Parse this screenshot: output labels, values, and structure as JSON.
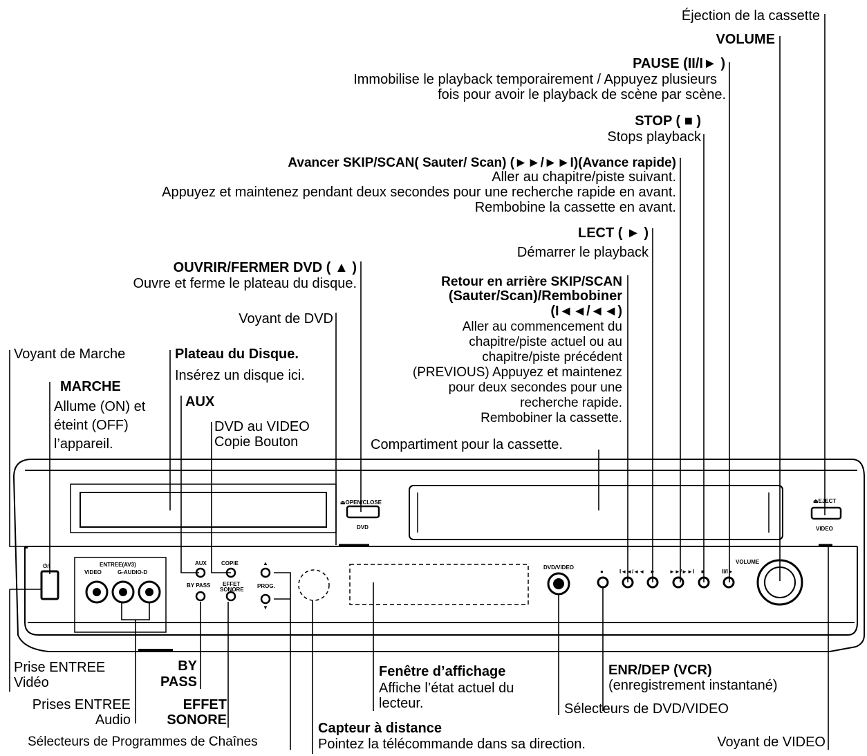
{
  "callouts": {
    "ejection": "Éjection de la cassette",
    "volume": "VOLUME",
    "pause_title": "PAUSE (II/I► )",
    "pause_desc1": "Immobilise le playback temporairement / Appuyez plusieurs",
    "pause_desc2": "fois pour avoir le playback de scène par scène.",
    "stop_title": "STOP ( ■ )",
    "stop_desc": "Stops playback",
    "fwd_title": "Avancer SKIP/SCAN( Sauter/ Scan) (►►/►►I)(Avance rapide)",
    "fwd_desc1": "Aller au chapitre/piste suivant.",
    "fwd_desc2": "Appuyez et maintenez pendant deux secondes pour une recherche rapide en avant.",
    "fwd_desc3": "Rembobine la cassette en avant.",
    "play_title": "LECT ( ► )",
    "play_desc": "Démarrer le playback",
    "openclose_title": "OUVRIR/FERMER DVD ( ▲ )",
    "openclose_desc": "Ouvre et ferme le plateau du disque.",
    "rew_title1": "Retour en arrière SKIP/SCAN",
    "rew_title2": "(Sauter/Scan)/Rembobiner",
    "rew_title3": "(I◄◄/◄◄)",
    "rew_desc1": "Aller au commencement du",
    "rew_desc2": "chapitre/piste actuel ou au",
    "rew_desc3": "chapitre/piste précédent",
    "rew_desc4": "(PREVIOUS) Appuyez et maintenez",
    "rew_desc5": "pour deux secondes pour une",
    "rew_desc6": "recherche rapide.",
    "rew_desc7": "Rembobiner la cassette.",
    "dvd_lamp": "Voyant de DVD",
    "power_lamp": "Voyant de Marche",
    "tray_title": "Plateau du Disque.",
    "tray_desc": "Insérez un disque ici.",
    "marche_title": "MARCHE",
    "marche_desc1": "Allume (ON) et",
    "marche_desc2": "éteint (OFF)",
    "marche_desc3": "l’appareil.",
    "aux": "AUX",
    "copy1": "DVD au VIDEO",
    "copy2": "Copie Bouton",
    "cassette_bay": "Compartiment pour la cassette.",
    "video_in1": "Prise ENTREE",
    "video_in2": "Vidéo",
    "audio_in1": "Prises ENTREE",
    "audio_in2": "Audio",
    "prog": "Sélecteurs de Programmes de Chaînes",
    "bypass1": "BY",
    "bypass2": "PASS",
    "effet1": "EFFET",
    "effet2": "SONORE",
    "display_title": "Fenêtre d’affichage",
    "display_desc1": "Affiche l’état actuel du",
    "display_desc2": "lecteur.",
    "remote_title": "Capteur à distance",
    "remote_desc": "Pointez la télécommande dans sa direction.",
    "rec_title": "ENR/DEP (VCR)",
    "rec_desc": "(enregistrement instantané)",
    "selector": "Sélecteurs de DVD/VIDEO",
    "video_lamp": "Voyant de VIDEO"
  },
  "panel_labels": {
    "open_close": "⏏OPEN/CLOSE",
    "dvd": "DVD",
    "eject": "⏏EJECT",
    "video": "VIDEO",
    "power": "⏻/I",
    "entree": "ENTREE(AV3)",
    "video_in": "VIDEO",
    "audio_in": "G-AUDIO-D",
    "aux": "AUX",
    "copie": "COPIE",
    "bypass": "BY PASS",
    "effet1": "EFFET",
    "effet2": "SONORE",
    "prog": "PROG.",
    "prog_up": "▲",
    "prog_down": "▼",
    "dvd_video": "DVD/VIDEO",
    "rec": "●",
    "rew": "I◄◄/◄◄",
    "play": "►",
    "ff": "►►/►►I",
    "stop": "■",
    "pause": "II/I►",
    "volume": "VOLUME"
  }
}
